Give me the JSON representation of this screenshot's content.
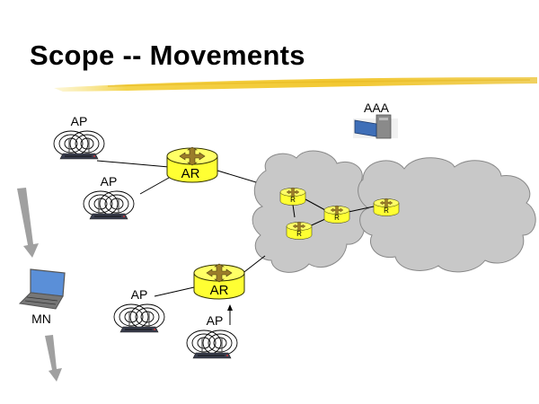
{
  "slide": {
    "title": "Scope -- Movements",
    "accent_color": "#f2c832"
  },
  "diagram": {
    "aaa_server": {
      "label": "AAA"
    },
    "access_routers": [
      {
        "id": "ar1",
        "label": "AR"
      },
      {
        "id": "ar2",
        "label": "AR"
      }
    ],
    "access_points": [
      {
        "id": "ap1",
        "label": "AP",
        "router": "ar1"
      },
      {
        "id": "ap2",
        "label": "AP",
        "router": "ar1"
      },
      {
        "id": "ap3",
        "label": "AP",
        "router": "ar2"
      },
      {
        "id": "ap4",
        "label": "AP",
        "router": "ar2"
      }
    ],
    "core_routers": [
      {
        "id": "r1",
        "label": "R"
      },
      {
        "id": "r2",
        "label": "R"
      },
      {
        "id": "r3",
        "label": "R"
      },
      {
        "id": "r4",
        "label": "R"
      }
    ],
    "mobile_node": {
      "label": "MN"
    },
    "colors": {
      "router_yellow": "#ffff33",
      "router_outline": "#333300",
      "cloud_fill": "#c8c8c8",
      "cloud_outline": "#888888",
      "arrow_gray": "#a0a0a0"
    }
  }
}
